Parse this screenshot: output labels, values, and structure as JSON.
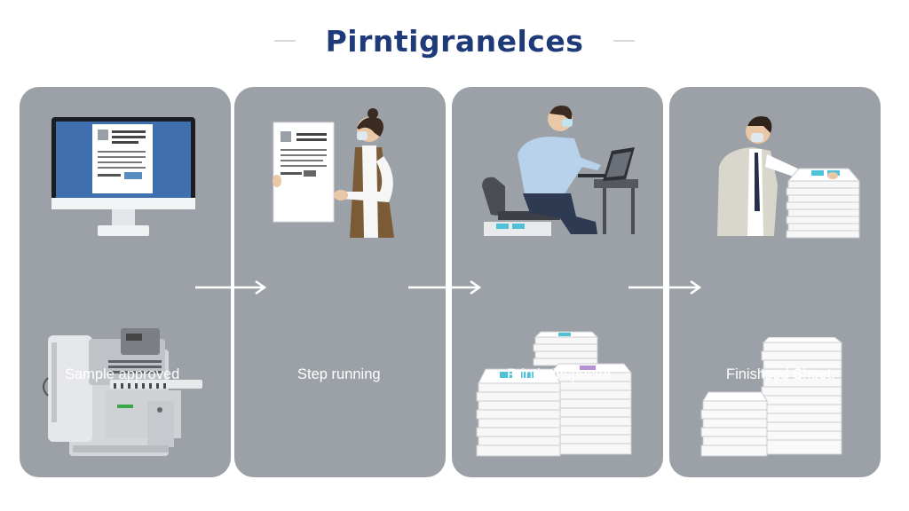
{
  "header": {
    "title": "Pirntigranelces"
  },
  "steps": [
    {
      "label": "Sample approved"
    },
    {
      "label": "Step running"
    },
    {
      "label": "Printig inspector"
    },
    {
      "label": "Finishsed Sheet."
    }
  ],
  "colors": {
    "title": "#1f3a78",
    "panel": "#9ca1a7",
    "label_text": "#ffffff",
    "monitor_screen": "#3f6fae",
    "accent_cyan": "#4fc2da",
    "machine_led": "#3ca84a"
  },
  "icons": {
    "panel-1-top": "computer-monitor-icon",
    "panel-1-bottom": "printing-press-icon",
    "panel-2-top": "worker-holding-sheet-icon",
    "panel-3-top": "inspector-at-laptop-icon",
    "panel-3-bottom": "printed-sheet-stacks-icon",
    "panel-4-top": "worker-stacking-sheets-icon",
    "panel-4-bottom": "finished-paper-stacks-icon",
    "flow": "right-arrow-icon"
  }
}
